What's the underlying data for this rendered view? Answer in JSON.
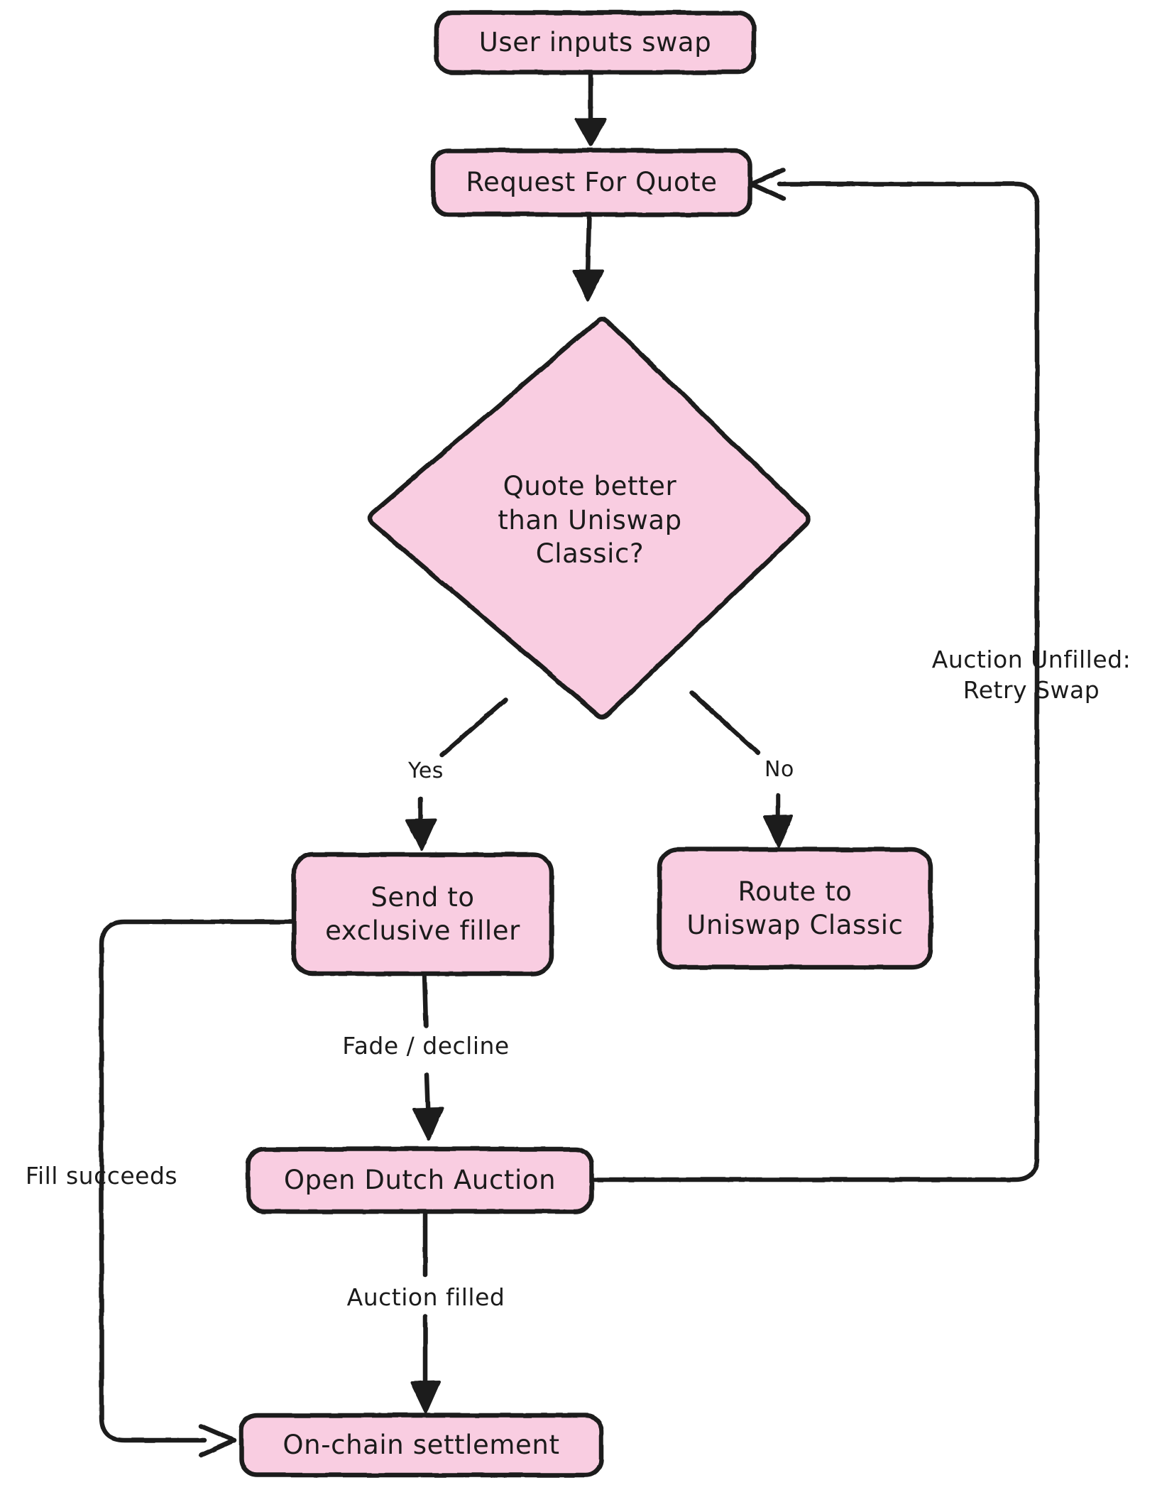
{
  "diagram": {
    "title": "Uniswap swap routing flowchart",
    "style": "hand-drawn sketch",
    "colors": {
      "node_fill": "#f9cde1",
      "node_stroke": "#1b1b1b",
      "edge_stroke": "#1b1b1b",
      "text": "#1b1b1b",
      "background": "#ffffff"
    }
  },
  "nodes": {
    "user_input": {
      "label": "User inputs swap",
      "shape": "rounded-rect"
    },
    "rfq": {
      "label": "Request For Quote",
      "shape": "rounded-rect"
    },
    "decision": {
      "label": "Quote better\nthan Uniswap\nClassic?",
      "shape": "diamond"
    },
    "exclusive_filler": {
      "label": "Send to\nexclusive filler",
      "shape": "rounded-rect"
    },
    "uniswap_classic": {
      "label": "Route to\nUniswap Classic",
      "shape": "rounded-rect"
    },
    "dutch_auction": {
      "label": "Open Dutch Auction",
      "shape": "rounded-rect"
    },
    "settlement": {
      "label": "On-chain settlement",
      "shape": "rounded-rect"
    }
  },
  "edge_labels": {
    "yes": "Yes",
    "no": "No",
    "fade_decline": "Fade / decline",
    "auction_filled": "Auction filled",
    "auction_unfilled": "Auction Unfilled:\nRetry Swap",
    "fill_succeeds": "Fill succeeds"
  },
  "edges": [
    {
      "from": "user_input",
      "to": "rfq",
      "label": ""
    },
    {
      "from": "rfq",
      "to": "decision",
      "label": ""
    },
    {
      "from": "decision",
      "to": "exclusive_filler",
      "label": "Yes"
    },
    {
      "from": "decision",
      "to": "uniswap_classic",
      "label": "No"
    },
    {
      "from": "exclusive_filler",
      "to": "dutch_auction",
      "label": "Fade / decline"
    },
    {
      "from": "dutch_auction",
      "to": "settlement",
      "label": "Auction filled"
    },
    {
      "from": "dutch_auction",
      "to": "rfq",
      "label": "Auction Unfilled:\nRetry Swap"
    },
    {
      "from": "exclusive_filler",
      "to": "settlement",
      "label": "Fill succeeds"
    }
  ]
}
